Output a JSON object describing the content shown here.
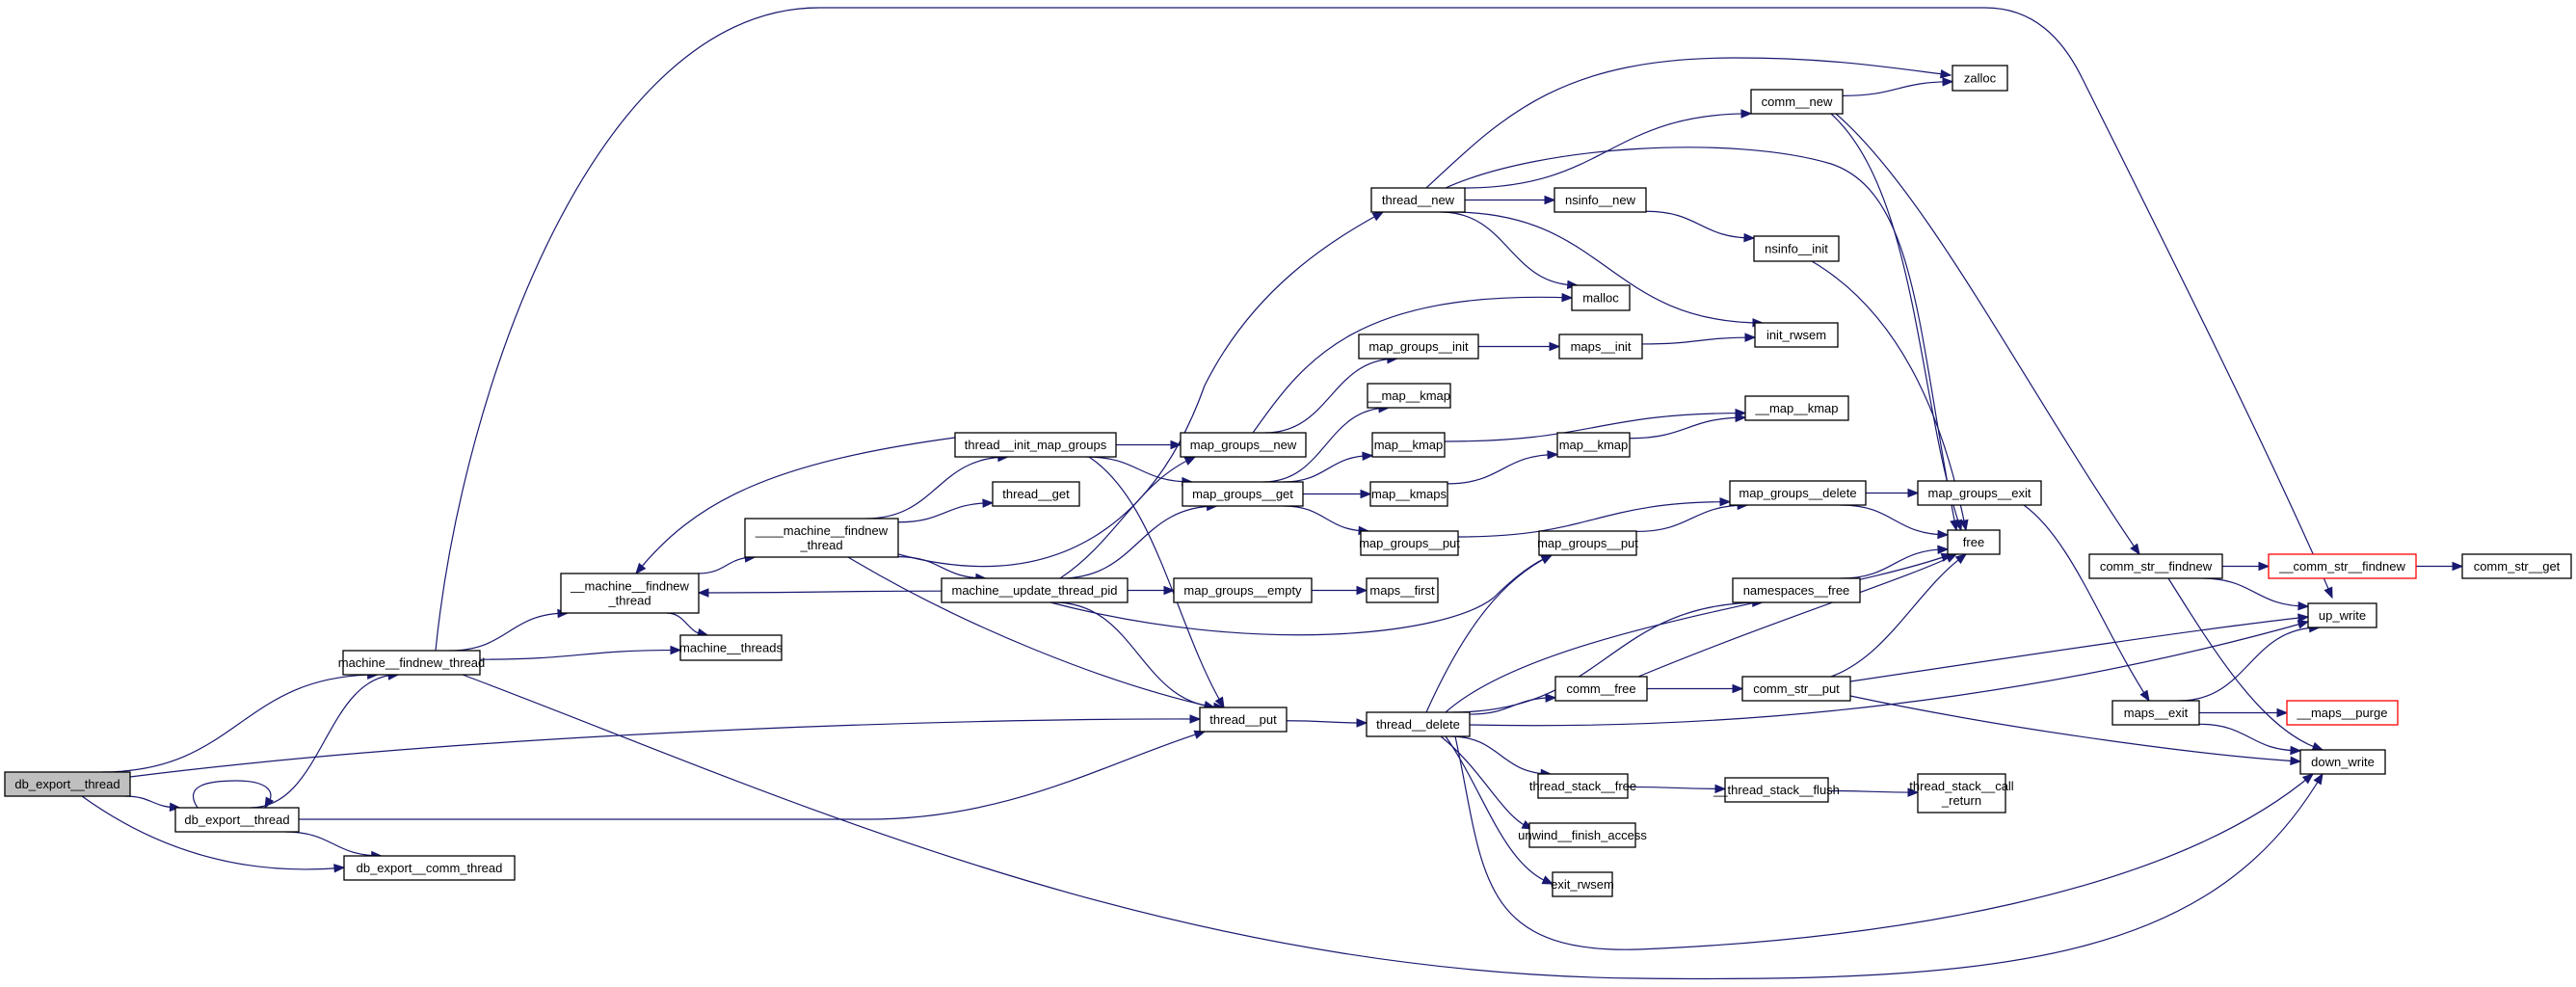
{
  "diagram": {
    "title": "db_export__thread call graph",
    "colors": {
      "edge": "#191970",
      "root_fill": "#bfbfbf",
      "node_border": "#000000",
      "truncated_border": "#ff0000",
      "background": "#ffffff"
    },
    "nodes": [
      {
        "id": "root",
        "label": [
          "db_export__thread"
        ],
        "style": "root"
      },
      {
        "id": "db_export_thread2",
        "label": [
          "db_export__thread"
        ]
      },
      {
        "id": "db_export_comm_thread",
        "label": [
          "db_export__comm_thread"
        ]
      },
      {
        "id": "machine_findnew_thread",
        "label": [
          "machine__findnew_thread"
        ]
      },
      {
        "id": "__machine_findnew_thread",
        "label": [
          "__machine__findnew",
          "_thread"
        ]
      },
      {
        "id": "machine_threads",
        "label": [
          "machine__threads"
        ]
      },
      {
        "id": "____machine_findnew_thread",
        "label": [
          "____machine__findnew",
          "_thread"
        ]
      },
      {
        "id": "thread_init_map_groups",
        "label": [
          "thread__init_map_groups"
        ]
      },
      {
        "id": "thread_get",
        "label": [
          "thread__get"
        ]
      },
      {
        "id": "machine_update_thread_pid",
        "label": [
          "machine__update_thread_pid"
        ]
      },
      {
        "id": "thread_put",
        "label": [
          "thread__put"
        ]
      },
      {
        "id": "map_groups_new",
        "label": [
          "map_groups__new"
        ]
      },
      {
        "id": "map_groups_get",
        "label": [
          "map_groups__get"
        ]
      },
      {
        "id": "map_groups_empty",
        "label": [
          "map_groups__empty"
        ]
      },
      {
        "id": "maps_first",
        "label": [
          "maps__first"
        ]
      },
      {
        "id": "thread_new",
        "label": [
          "thread__new"
        ]
      },
      {
        "id": "map_groups_init",
        "label": [
          "map_groups__init"
        ]
      },
      {
        "id": "__map_kmap_a",
        "label": [
          "__map__kmap"
        ]
      },
      {
        "id": "map_kmap_a",
        "label": [
          "map__kmap"
        ]
      },
      {
        "id": "map_kmaps",
        "label": [
          "map__kmaps"
        ]
      },
      {
        "id": "map_groups_put_a",
        "label": [
          "map_groups__put"
        ]
      },
      {
        "id": "thread_delete",
        "label": [
          "thread__delete"
        ]
      },
      {
        "id": "nsinfo_new",
        "label": [
          "nsinfo__new"
        ]
      },
      {
        "id": "malloc",
        "label": [
          "malloc"
        ]
      },
      {
        "id": "maps_init",
        "label": [
          "maps__init"
        ]
      },
      {
        "id": "map_kmap_b",
        "label": [
          "map__kmap"
        ]
      },
      {
        "id": "map_groups_put_b",
        "label": [
          "map_groups__put"
        ]
      },
      {
        "id": "namespaces_free",
        "label": [
          "namespaces__free"
        ]
      },
      {
        "id": "comm_free",
        "label": [
          "comm__free"
        ]
      },
      {
        "id": "comm_str_put",
        "label": [
          "comm_str__put"
        ]
      },
      {
        "id": "thread_stack_free",
        "label": [
          "thread_stack__free"
        ]
      },
      {
        "id": "__thread_stack_flush",
        "label": [
          "__thread_stack__flush"
        ]
      },
      {
        "id": "thread_stack_call_return",
        "label": [
          "thread_stack__call",
          "_return"
        ]
      },
      {
        "id": "unwind_finish_access",
        "label": [
          "unwind__finish_access"
        ]
      },
      {
        "id": "exit_rwsem",
        "label": [
          "exit_rwsem"
        ]
      },
      {
        "id": "comm_new",
        "label": [
          "comm__new"
        ]
      },
      {
        "id": "zalloc",
        "label": [
          "zalloc"
        ]
      },
      {
        "id": "nsinfo_init",
        "label": [
          "nsinfo__init"
        ]
      },
      {
        "id": "init_rwsem",
        "label": [
          "init_rwsem"
        ]
      },
      {
        "id": "__map_kmap_b",
        "label": [
          "__map__kmap"
        ]
      },
      {
        "id": "map_groups_delete",
        "label": [
          "map_groups__delete"
        ]
      },
      {
        "id": "map_groups_exit",
        "label": [
          "map_groups__exit"
        ]
      },
      {
        "id": "free",
        "label": [
          "free"
        ]
      },
      {
        "id": "comm_str_findnew",
        "label": [
          "comm_str__findnew"
        ]
      },
      {
        "id": "__comm_str_findnew",
        "label": [
          "__comm_str__findnew"
        ],
        "style": "truncated"
      },
      {
        "id": "comm_str_get",
        "label": [
          "comm_str__get"
        ]
      },
      {
        "id": "up_write",
        "label": [
          "up_write"
        ]
      },
      {
        "id": "maps_exit",
        "label": [
          "maps__exit"
        ]
      },
      {
        "id": "__maps_purge",
        "label": [
          "__maps__purge"
        ],
        "style": "truncated"
      },
      {
        "id": "down_write",
        "label": [
          "down_write"
        ]
      }
    ],
    "edges": [
      [
        "root",
        "machine_findnew_thread"
      ],
      [
        "root",
        "thread_put"
      ],
      [
        "root",
        "db_export_thread2"
      ],
      [
        "root",
        "db_export_comm_thread"
      ],
      [
        "db_export_thread2",
        "db_export_thread2"
      ],
      [
        "db_export_thread2",
        "machine_findnew_thread"
      ],
      [
        "db_export_thread2",
        "thread_put"
      ],
      [
        "db_export_thread2",
        "db_export_comm_thread"
      ],
      [
        "machine_findnew_thread",
        "__machine_findnew_thread"
      ],
      [
        "machine_findnew_thread",
        "machine_threads"
      ],
      [
        "machine_findnew_thread",
        "up_write"
      ],
      [
        "machine_findnew_thread",
        "down_write"
      ],
      [
        "__machine_findnew_thread",
        "____machine_findnew_thread"
      ],
      [
        "__machine_findnew_thread",
        "machine_threads"
      ],
      [
        "____machine_findnew_thread",
        "thread_init_map_groups"
      ],
      [
        "____machine_findnew_thread",
        "thread_get"
      ],
      [
        "____machine_findnew_thread",
        "machine_update_thread_pid"
      ],
      [
        "____machine_findnew_thread",
        "thread_new"
      ],
      [
        "____machine_findnew_thread",
        "thread_put"
      ],
      [
        "thread_init_map_groups",
        "__machine_findnew_thread"
      ],
      [
        "thread_init_map_groups",
        "map_groups_new"
      ],
      [
        "thread_init_map_groups",
        "map_groups_get"
      ],
      [
        "thread_init_map_groups",
        "thread_put"
      ],
      [
        "machine_update_thread_pid",
        "__machine_findnew_thread"
      ],
      [
        "machine_update_thread_pid",
        "map_groups_new"
      ],
      [
        "machine_update_thread_pid",
        "map_groups_get"
      ],
      [
        "machine_update_thread_pid",
        "map_groups_empty"
      ],
      [
        "machine_update_thread_pid",
        "thread_put"
      ],
      [
        "machine_update_thread_pid",
        "map_groups_put_b"
      ],
      [
        "thread_put",
        "thread_delete"
      ],
      [
        "map_groups_new",
        "malloc"
      ],
      [
        "map_groups_new",
        "map_groups_init"
      ],
      [
        "map_groups_get",
        "__map_kmap_a"
      ],
      [
        "map_groups_get",
        "map_kmap_a"
      ],
      [
        "map_groups_get",
        "map_kmaps"
      ],
      [
        "map_groups_get",
        "map_groups_put_a"
      ],
      [
        "map_groups_empty",
        "maps_first"
      ],
      [
        "thread_new",
        "zalloc"
      ],
      [
        "thread_new",
        "comm_new"
      ],
      [
        "thread_new",
        "nsinfo_new"
      ],
      [
        "thread_new",
        "malloc"
      ],
      [
        "thread_new",
        "init_rwsem"
      ],
      [
        "thread_new",
        "free"
      ],
      [
        "map_groups_init",
        "maps_init"
      ],
      [
        "maps_init",
        "init_rwsem"
      ],
      [
        "map_kmap_a",
        "__map_kmap_b"
      ],
      [
        "map_kmaps",
        "map_kmap_b"
      ],
      [
        "map_kmap_b",
        "__map_kmap_b"
      ],
      [
        "map_groups_put_a",
        "map_groups_delete"
      ],
      [
        "map_groups_put_b",
        "map_groups_delete"
      ],
      [
        "nsinfo_new",
        "nsinfo_init"
      ],
      [
        "nsinfo_init",
        "free"
      ],
      [
        "comm_new",
        "zalloc"
      ],
      [
        "comm_new",
        "comm_str_findnew"
      ],
      [
        "comm_new",
        "free"
      ],
      [
        "map_groups_delete",
        "map_groups_exit"
      ],
      [
        "map_groups_delete",
        "free"
      ],
      [
        "map_groups_exit",
        "maps_exit"
      ],
      [
        "thread_delete",
        "map_groups_put_b"
      ],
      [
        "thread_delete",
        "namespaces_free"
      ],
      [
        "thread_delete",
        "free"
      ],
      [
        "thread_delete",
        "comm_free"
      ],
      [
        "thread_delete",
        "up_write"
      ],
      [
        "thread_delete",
        "thread_stack_free"
      ],
      [
        "thread_delete",
        "unwind_finish_access"
      ],
      [
        "thread_delete",
        "exit_rwsem"
      ],
      [
        "thread_delete",
        "down_write"
      ],
      [
        "namespaces_free",
        "free"
      ],
      [
        "comm_free",
        "comm_str_put"
      ],
      [
        "comm_free",
        "free"
      ],
      [
        "comm_str_put",
        "free"
      ],
      [
        "comm_str_put",
        "up_write"
      ],
      [
        "comm_str_put",
        "down_write"
      ],
      [
        "thread_stack_free",
        "__thread_stack_flush"
      ],
      [
        "__thread_stack_flush",
        "thread_stack_call_return"
      ],
      [
        "comm_str_findnew",
        "__comm_str_findnew"
      ],
      [
        "comm_str_findnew",
        "up_write"
      ],
      [
        "comm_str_findnew",
        "down_write"
      ],
      [
        "__comm_str_findnew",
        "comm_str_get"
      ],
      [
        "maps_exit",
        "__maps_purge"
      ],
      [
        "maps_exit",
        "up_write"
      ],
      [
        "maps_exit",
        "down_write"
      ]
    ]
  }
}
